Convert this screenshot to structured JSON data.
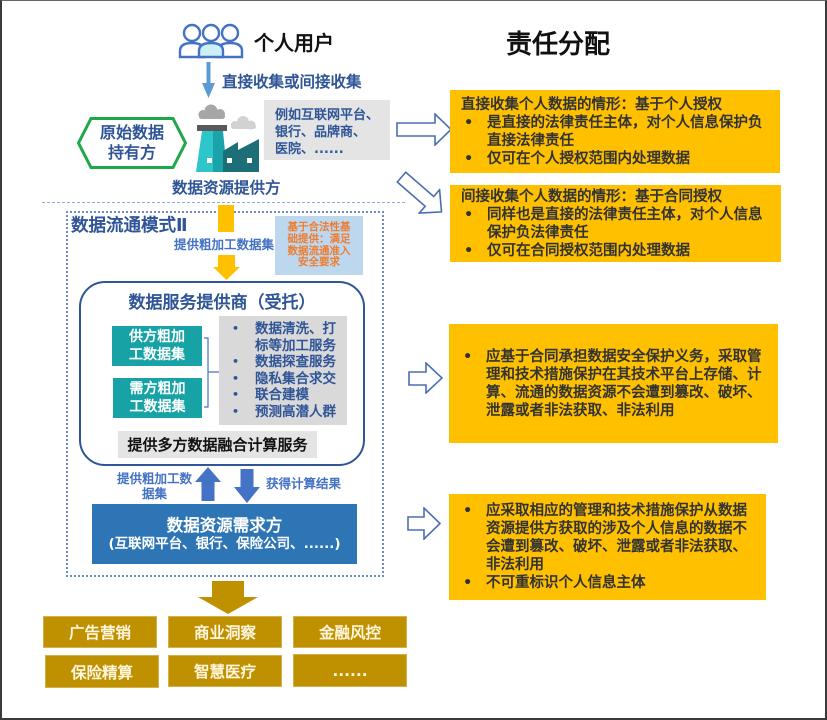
{
  "colors": {
    "title-blue": "#2F5597",
    "accent-blue": "#4472C4",
    "demander-blue": "#2E75B6",
    "yellow": "#FFC000",
    "gold": "#BF9000",
    "teal": "#17A3A6",
    "green": "#1FA84A",
    "orange": "#ED7D31",
    "note-blue": "#BDD7EE"
  },
  "icons": {
    "user": "people-icon",
    "provider": "factory-icon",
    "role_badge": "hexagon-shape",
    "flow_arrows": "block-arrow-icon",
    "responsibility_pointer": "hollow-arrow-icon"
  },
  "title": "责任分配",
  "user": {
    "label": "个人用户"
  },
  "collection": {
    "label": "直接收集或间接收集"
  },
  "provider": {
    "label": "数据资源提供方",
    "examples": "例如互联网平台、\n银行、品牌商、\n医院、......",
    "role_badge": "原始数据\n持有方"
  },
  "mode": {
    "title": "数据流通模式Ⅱ",
    "supply_label": "提供粗加工数据集",
    "compliance_note": "基于合法性基\n础提供：满足\n数据流通准入\n安全要求",
    "service_provider": {
      "title": "数据服务提供商（受托）",
      "datasets": [
        "供方粗加\n工数据集",
        "需方粗加\n工数据集"
      ],
      "services": [
        "数据清洗、打\n标等加工服务",
        "数据探查服务",
        "隐私集合求交",
        "联合建模",
        "预测高潜人群"
      ],
      "summary": "提供多方数据融合计算服务"
    },
    "upload_label": "提供粗加工数\n据集",
    "result_label": "获得计算结果",
    "demander": {
      "title": "数据资源需求方",
      "subtitle": "(互联网平台、银行、保险公司、......)"
    }
  },
  "applications": [
    "广告营销",
    "商业洞察",
    "金融风控",
    "保险精算",
    "智慧医疗",
    "......"
  ],
  "responsibilities": [
    {
      "heading": "直接收集个人数据的情形：基于个人授权",
      "bullets": [
        "是直接的法律责任主体，对个人信息保护负直接法律责任",
        "仅可在个人授权范围内处理数据"
      ]
    },
    {
      "heading": "间接收集个人数据的情形：基于合同授权",
      "bullets": [
        "同样也是直接的法律责任主体，对个人信息保护负法律责任",
        "仅可在合同授权范围内处理数据"
      ]
    },
    {
      "heading": "",
      "bullets": [
        "应基于合同承担数据安全保护义务，采取管理和技术措施保护在其技术平台上存储、计算、流通的数据资源不会遭到篡改、破坏、泄露或者非法获取、非法利用"
      ]
    },
    {
      "heading": "",
      "bullets": [
        "应采取相应的管理和技术措施保护从数据资源提供方获取的涉及个人信息的数据不会遭到篡改、破坏、泄露或者非法获取、非法利用",
        "不可重标识个人信息主体"
      ]
    }
  ]
}
